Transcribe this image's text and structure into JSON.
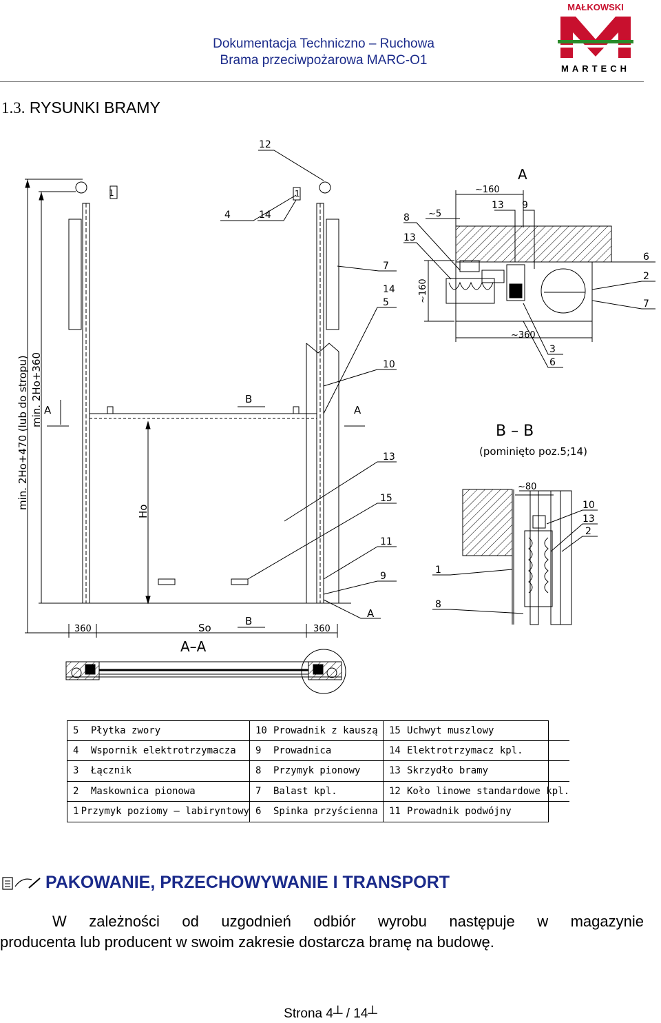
{
  "header": {
    "line1": "Dokumentacja Techniczno – Ruchowa",
    "line2": "Brama przeciwpożarowa MARC-O1",
    "logo_top": "MAŁKOWSKI",
    "logo_bottom": "MARTECH",
    "logo_color": "#c8102e"
  },
  "section": {
    "number": "1.3.",
    "title": "RYSUNKI BRAMY"
  },
  "drawing": {
    "dims": {
      "h_total": "min. 2Ho+470  (lub do stropu)",
      "h_min": "min. 2Ho+360",
      "ho": "Ho",
      "so": "So",
      "w_left": "360",
      "w_right": "360",
      "d160w": "~160",
      "d5": "~5",
      "d160h": "~160",
      "d360": "~360",
      "d80": "~80"
    },
    "section_marks": {
      "a": "A",
      "b": "B",
      "aa": "A–A",
      "bb": "B – B",
      "bb_note": "(pominięto poz.5;14)"
    },
    "callouts": [
      "12",
      "4",
      "14",
      "7",
      "14",
      "5",
      "10",
      "13",
      "15",
      "11",
      "9",
      "8",
      "13",
      "13",
      "9",
      "6",
      "2",
      "7",
      "3",
      "6",
      "10",
      "13",
      "2",
      "1",
      "8",
      "1",
      "1"
    ]
  },
  "legend": [
    [
      {
        "n": "5",
        "t": "Płytka zwory"
      },
      {
        "n": "10",
        "t": "Prowadnik z kauszą"
      },
      {
        "n": "15",
        "t": "Uchwyt muszlowy"
      }
    ],
    [
      {
        "n": "4",
        "t": "Wspornik elektrotrzymacza"
      },
      {
        "n": "9",
        "t": "Prowadnica"
      },
      {
        "n": "14",
        "t": "Elektrotrzymacz kpl."
      }
    ],
    [
      {
        "n": "3",
        "t": "Łącznik"
      },
      {
        "n": "8",
        "t": "Przymyk pionowy"
      },
      {
        "n": "13",
        "t": "Skrzydło bramy"
      }
    ],
    [
      {
        "n": "2",
        "t": "Maskownica pionowa"
      },
      {
        "n": "7",
        "t": "Balast kpl."
      },
      {
        "n": "12",
        "t": "Koło linowe standardowe kpl."
      }
    ],
    [
      {
        "n": "1",
        "t": "Przymyk poziomy – labiryntowy"
      },
      {
        "n": "6",
        "t": "Spinka przyściennа"
      },
      {
        "n": "11",
        "t": "Prowadnik podwójny"
      }
    ]
  ],
  "packing": {
    "icon": "pencil-note-icon",
    "title": "PAKOWANIE, PRZECHOWYWANIE I TRANSPORT",
    "line1": "W zależności od uzgodnień odbiór wyrobu następuje w magazynie",
    "line2": "producenta lub producent w swoim zakresie dostarcza bramę na budowę."
  },
  "footer": {
    "page": "Strona 4┴  / 14┴"
  }
}
